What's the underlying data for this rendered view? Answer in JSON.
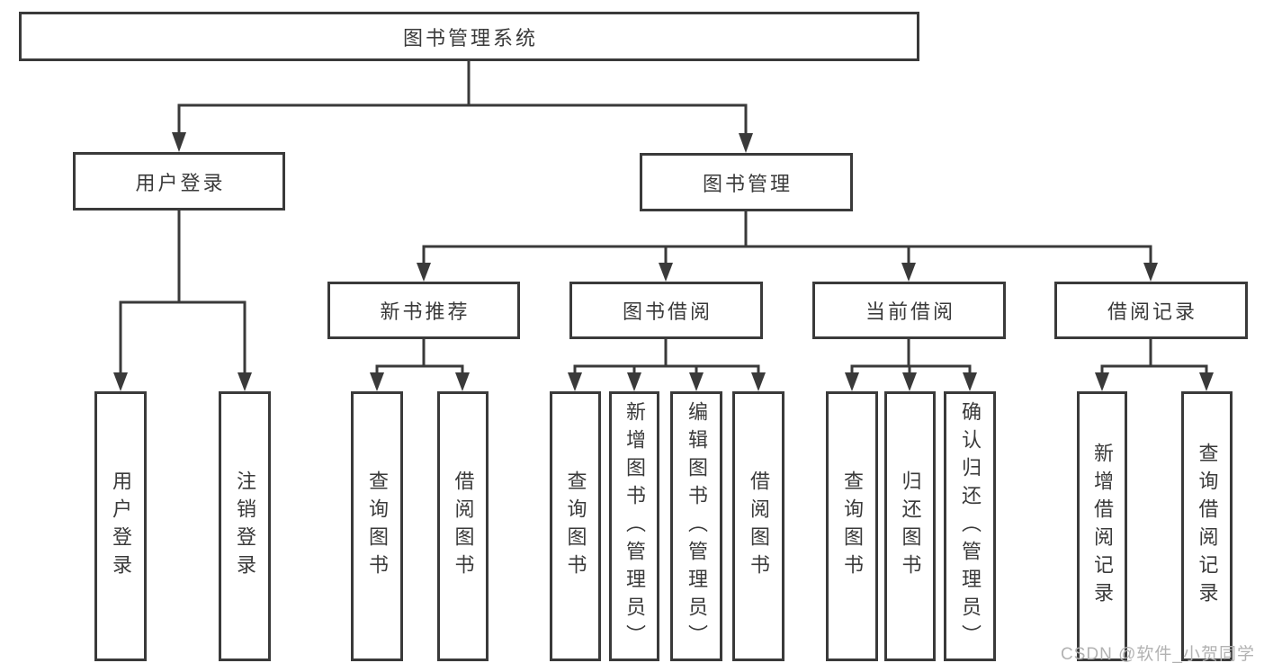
{
  "diagram": {
    "colors": {
      "line": "#3a3a3a",
      "text": "#3a3a3a",
      "watermark": "#b2b2b2",
      "background": "#ffffff"
    },
    "watermark": "CSDN @软件_小贺同学",
    "nodes": {
      "root": {
        "label": "图书管理系统"
      },
      "user_login": {
        "label": "用户登录"
      },
      "book_mgmt": {
        "label": "图书管理"
      },
      "new_book_rec": {
        "label": "新书推荐"
      },
      "book_borrow": {
        "label": "图书借阅"
      },
      "current_borrow": {
        "label": "当前借阅"
      },
      "borrow_record": {
        "label": "借阅记录"
      },
      "leaf_user_login": {
        "label": "用户登录"
      },
      "leaf_logout": {
        "label": "注销登录"
      },
      "leaf_query_book_rec": {
        "label": "查询图书"
      },
      "leaf_borrow_book_rec": {
        "label": "借阅图书"
      },
      "leaf_query_book_borrow": {
        "label": "查询图书"
      },
      "leaf_add_book_admin": {
        "label": "新增图书（管理员）"
      },
      "leaf_edit_book_admin": {
        "label": "编辑图书（管理员）"
      },
      "leaf_borrow_book_borrow": {
        "label": "借阅图书"
      },
      "leaf_query_book_current": {
        "label": "查询图书"
      },
      "leaf_return_book": {
        "label": "归还图书"
      },
      "leaf_confirm_return_admin": {
        "label": "确认归还（管理员）"
      },
      "leaf_add_borrow_record": {
        "label": "新增借阅记录"
      },
      "leaf_query_borrow_record": {
        "label": "查询借阅记录"
      }
    }
  }
}
